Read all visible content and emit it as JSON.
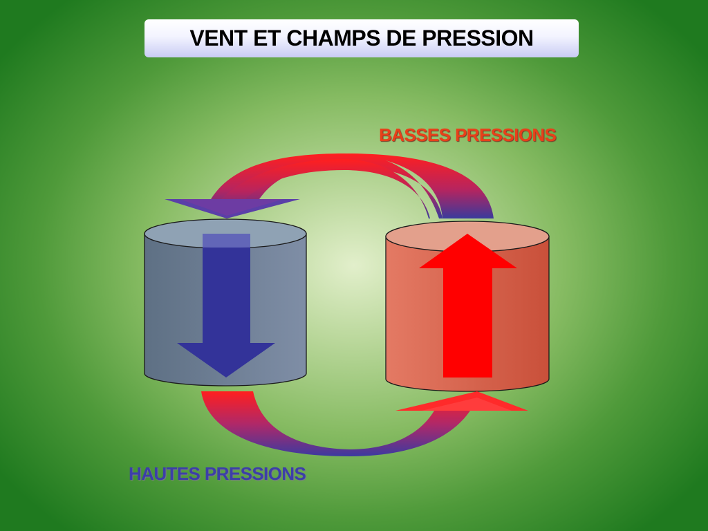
{
  "title": "VENT ET CHAMPS DE PRESSION",
  "labels": {
    "low_pressure": "BASSES PRESSIONS",
    "high_pressure": "HAUTES PRESSIONS"
  },
  "colors": {
    "background": "#1f7a1f",
    "low_pressure_text": "#e8401a",
    "high_pressure_text": "#3c3fa8",
    "cold_cylinder": "#6e7e94",
    "warm_cylinder": "#d8604a",
    "down_arrow": "#333399",
    "up_arrow": "#ff0000"
  }
}
